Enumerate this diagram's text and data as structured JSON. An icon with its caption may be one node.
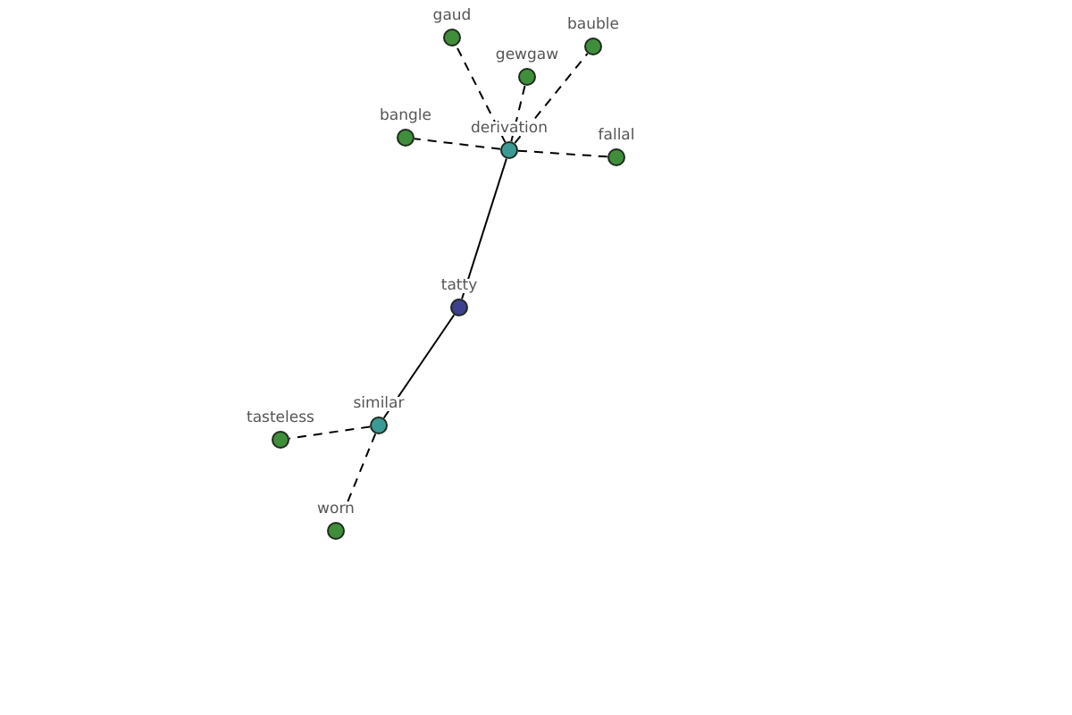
{
  "diagram": {
    "nodes": [
      {
        "text": [
          "gaud"
        ]
      },
      {
        "text": [
          "bauble"
        ]
      },
      {
        "text": [
          "gewgaw"
        ]
      },
      {
        "text": [
          "bangle"
        ]
      },
      {
        "text": [
          "derivation"
        ]
      },
      {
        "text": [
          "fallal"
        ]
      },
      {
        "text": [
          "tatty"
        ]
      },
      {
        "text": [
          "similar"
        ]
      },
      {
        "text": [
          "tasteless"
        ]
      },
      {
        "text": [
          "worn"
        ]
      }
    ],
    "edges": [
      {
        "from": 6,
        "to": 4,
        "arrow": "none"
      },
      {
        "from": 6,
        "to": 7,
        "arrow": "none"
      },
      {
        "from": 4,
        "to": 0,
        "arrow": "none",
        "style": "dashed"
      },
      {
        "from": 4,
        "to": 1,
        "arrow": "none",
        "style": "dashed"
      },
      {
        "from": 4,
        "to": 2,
        "arrow": "none",
        "style": "dashed"
      },
      {
        "from": 4,
        "to": 3,
        "arrow": "none",
        "style": "dashed"
      },
      {
        "from": 4,
        "to": 5,
        "arrow": "none",
        "style": "dashed"
      },
      {
        "from": 7,
        "to": 8,
        "arrow": "none",
        "style": "dashed"
      },
      {
        "from": 7,
        "to": 9,
        "arrow": "none",
        "style": "dashed"
      }
    ]
  }
}
